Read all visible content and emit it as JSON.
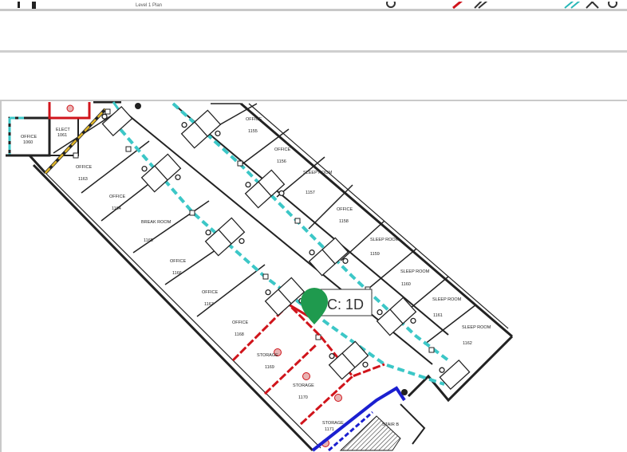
{
  "top_strip": {
    "label": "Level 1 Plan",
    "colors": [
      "#222222",
      "#d0141b",
      "#29b7b7"
    ]
  },
  "floor_plan": {
    "rooms": [
      {
        "name": "OFFICE",
        "number": "1060"
      },
      {
        "name": "ELECT",
        "number": "1061"
      },
      {
        "name": "OFFICE",
        "number": "1163"
      },
      {
        "name": "OFFICE",
        "number": "1164"
      },
      {
        "name": "BREAK ROOM",
        "number": "1165"
      },
      {
        "name": "OFFICE",
        "number": "1166"
      },
      {
        "name": "OFFICE",
        "number": "1167"
      },
      {
        "name": "OFFICE",
        "number": "1168"
      },
      {
        "name": "STORAGE",
        "number": "1169"
      },
      {
        "name": "STORAGE",
        "number": "1170"
      },
      {
        "name": "STORAGE",
        "number": "1171"
      },
      {
        "name": "STAIR B",
        "number": ""
      },
      {
        "name": "OFFICE",
        "number": "1155"
      },
      {
        "name": "OFFICE",
        "number": "1156"
      },
      {
        "name": "SLEEP ROOM",
        "number": "1157"
      },
      {
        "name": "OFFICE",
        "number": "1158"
      },
      {
        "name": "SLEEP ROOM",
        "number": "1159"
      },
      {
        "name": "SLEEP ROOM",
        "number": "1160"
      },
      {
        "name": "SLEEP ROOM",
        "number": "1161"
      },
      {
        "name": "SLEEP ROOM",
        "number": "1162"
      }
    ],
    "marker": {
      "label": "C: 1D",
      "color": "#1f9a4e"
    },
    "line_colors": {
      "corridor": "#3cc7c7",
      "red": "#d0141b",
      "blue": "#1b1fd0",
      "yellow": "#e0b62a"
    }
  }
}
